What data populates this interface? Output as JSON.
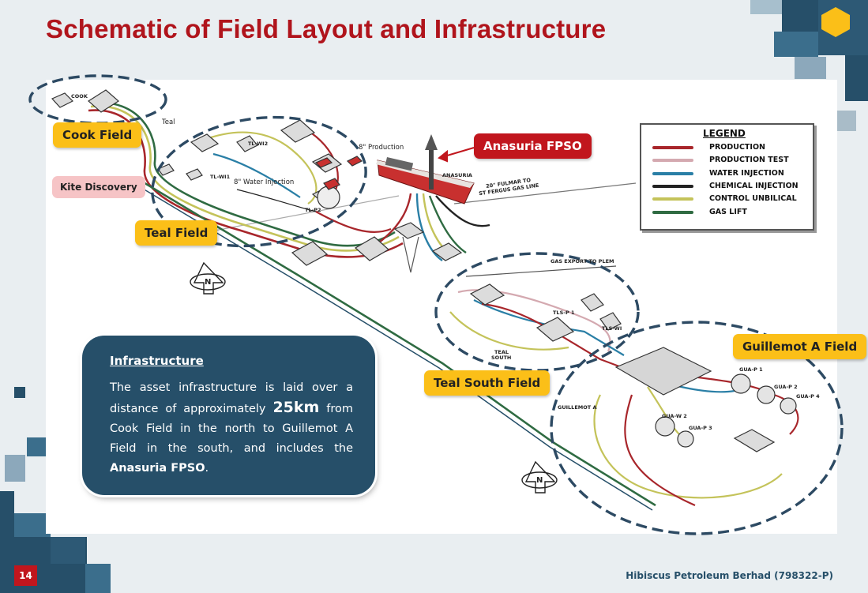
{
  "slide": {
    "title": "Schematic of Field Layout and Infrastructure",
    "page_number": "14",
    "footer": "Hibiscus Petroleum Berhad (798322-P)"
  },
  "callouts": {
    "cook_field": "Cook Field",
    "teal_field": "Teal Field",
    "kite_discovery": "Kite Discovery",
    "anasuria_fpso": "Anasuria FPSO",
    "teal_south_field": "Teal South Field",
    "guillemot_a_field": "Guillemot A Field"
  },
  "schematic_labels": {
    "cook": "COOK",
    "teal": "Teal",
    "production_8in": "8\" Production",
    "water_injection_8in": "8\" Water Injection",
    "anasuria": "ANASURIA",
    "fulmar_line_1": "20\" FULMAR TO",
    "fulmar_line_2": "ST FERGUS GAS LINE",
    "gas_export": "GAS EXPORT TO PLEM",
    "tl_wi2": "TL-WI2",
    "tl_wi1": "TL-WI1",
    "tl_p2": "TL-P2",
    "tls_p1": "TLS-P 1",
    "tls_wi": "TLS-WI",
    "teal_south_1": "TEAL",
    "teal_south_2": "SOUTH",
    "guillemot_a": "GUILLEMOT A",
    "gua_p1": "GUA-P 1",
    "gua_p2": "GUA-P 2",
    "gua_p4": "GUA-P 4",
    "gua_w2": "GUA-W 2",
    "gua_p3": "GUA-P 3",
    "north": "N"
  },
  "legend": {
    "title": "LEGEND",
    "items": [
      {
        "label": "PRODUCTION",
        "color": "#a8262b"
      },
      {
        "label": "PRODUCTION TEST",
        "color": "#d4a9b0"
      },
      {
        "label": "WATER INJECTION",
        "color": "#2a7fa6"
      },
      {
        "label": "CHEMICAL INJECTION",
        "color": "#222222"
      },
      {
        "label": "CONTROL UNBILICAL",
        "color": "#c4c35a"
      },
      {
        "label": "GAS LIFT",
        "color": "#2f6b42"
      }
    ]
  },
  "infobox": {
    "heading": "Infrastructure",
    "text_part1": "The asset infrastructure is laid over a distance of approximately",
    "distance": "25km",
    "text_part2": "from Cook Field in the north to Guillemot A Field in the south, and includes the",
    "fpso_name": "Anasuria FPSO",
    "text_end": "."
  },
  "colors": {
    "title_red": "#b0141c",
    "callout_yellow": "#fbbf18",
    "callout_red": "#c1161d",
    "navy": "#264f69",
    "dashed_ring": "#2d4a63"
  }
}
